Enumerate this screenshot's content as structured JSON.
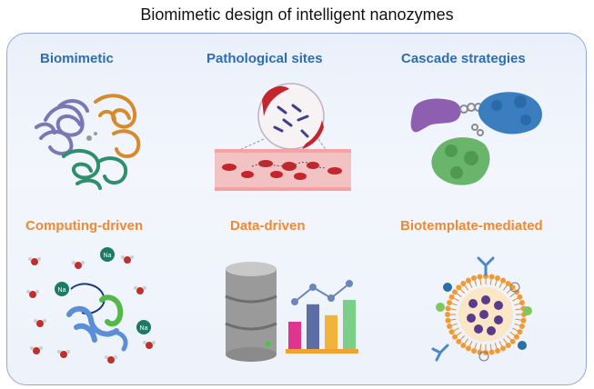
{
  "title": "Biomimetic design of intelligent nanozymes",
  "labels": {
    "biomimetic": "Biomimetic",
    "pathological": "Pathological sites",
    "cascade": "Cascade strategies",
    "computing": "Computing-driven",
    "data": "Data-driven",
    "biotemplate": "Biotemplate-mediated"
  },
  "ions": {
    "na1": "Na",
    "na2": "Na",
    "na3": "Na"
  },
  "colors": {
    "blue_label": "#2e6db3",
    "orange_label": "#ee8a36",
    "panel_border": "#8fa8d8"
  },
  "chart_bar_levels": [
    0.5,
    0.82,
    0.62,
    0.9
  ]
}
